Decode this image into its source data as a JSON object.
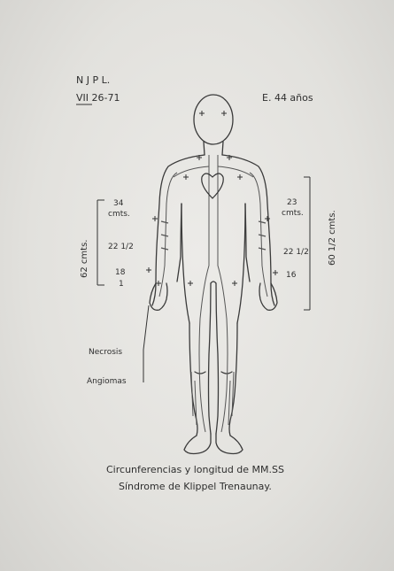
{
  "header": {
    "initials": "N J P L.",
    "date": "VII 26-71",
    "age": "E. 44 años"
  },
  "labels": {
    "left_arm_top": "34",
    "left_arm_unit": "cmts.",
    "left_arm_mid": "22 1/2",
    "left_arm_low_a": "18",
    "left_arm_low_b": "1",
    "left_length": "62 cmts.",
    "right_arm_top": "23",
    "right_arm_unit": "cmts.",
    "right_arm_mid": "22 1/2",
    "right_arm_low": "16",
    "right_length": "60 1/2 cmts.",
    "necrosis": "Necrosis",
    "angiomas": "Angiomas"
  },
  "caption": {
    "line1": "Circunferencias y longitud de MM.SS",
    "line2": "Síndrome de Klippel Trenaunay."
  },
  "colors": {
    "ink": "#2e2e2e",
    "paper": "#e4e3df"
  }
}
